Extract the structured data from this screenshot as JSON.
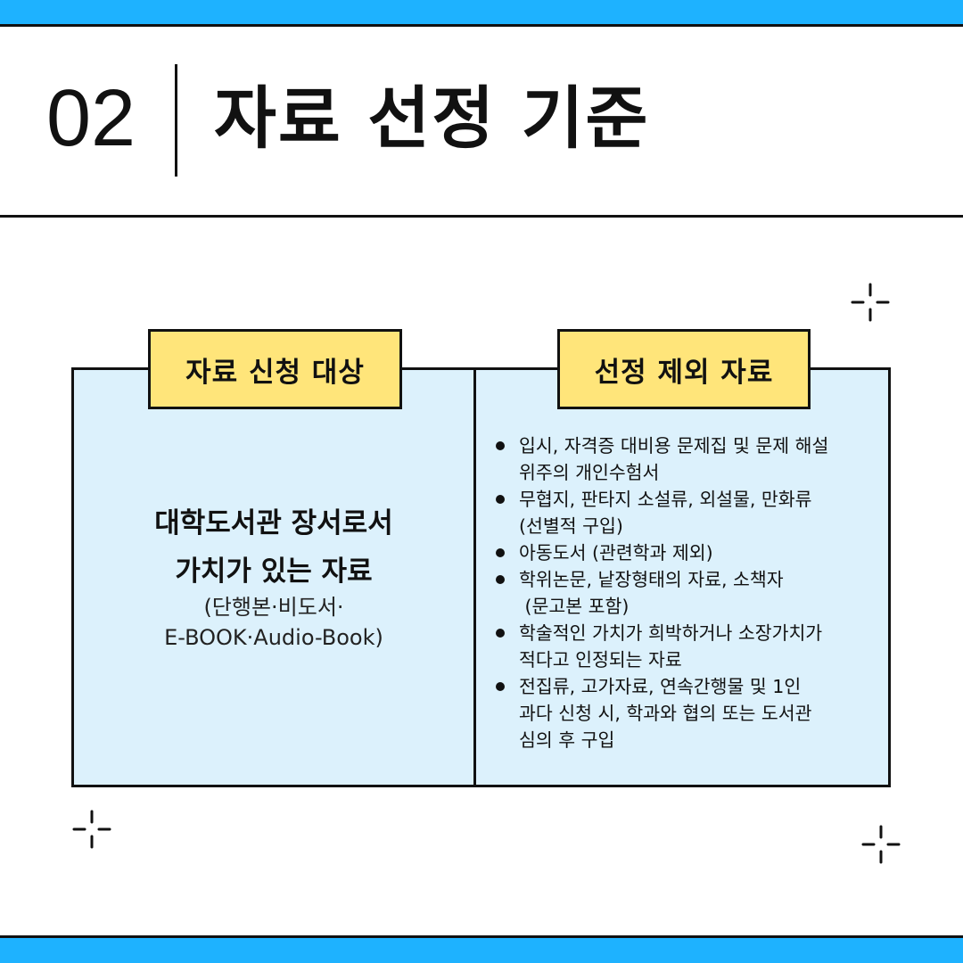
{
  "header": {
    "number": "02",
    "title": "자료 선정 기준"
  },
  "left_panel": {
    "tag": "자료 신청 대상",
    "main_lines": [
      "대학도서관 장서로서",
      "가치가 있는 자료"
    ],
    "sub_lines": [
      "(단행본·비도서·",
      "E-BOOK·Audio-Book)"
    ]
  },
  "right_panel": {
    "tag": "선정 제외 자료",
    "items": [
      {
        "lines": [
          "입시, 자격증 대비용 문제집 및 문제 해설",
          "위주의 개인수험서"
        ]
      },
      {
        "lines": [
          "무협지, 판타지 소설류, 외설물, 만화류",
          "(선별적 구입)"
        ]
      },
      {
        "lines": [
          "아동도서 (관련학과 제외)"
        ]
      },
      {
        "lines": [
          "학위논문, 낱장형태의 자료, 소책자",
          " (문고본 포함)"
        ]
      },
      {
        "lines": [
          "학술적인 가치가 희박하거나 소장가치가",
          "적다고 인정되는 자료"
        ]
      },
      {
        "lines": [
          "전집류, 고가자료, 연속간행물 및 1인",
          "과다 신청 시, 학과와 협의 또는 도서관",
          "심의 후 구입"
        ]
      }
    ]
  },
  "colors": {
    "accent_band": "#1eb2ff",
    "panel_bg": "#dcf1fc",
    "tag_bg": "#ffe57a",
    "ink": "#111111"
  },
  "icons": [
    "sparkle-icon",
    "sparkle-icon",
    "sparkle-icon"
  ]
}
